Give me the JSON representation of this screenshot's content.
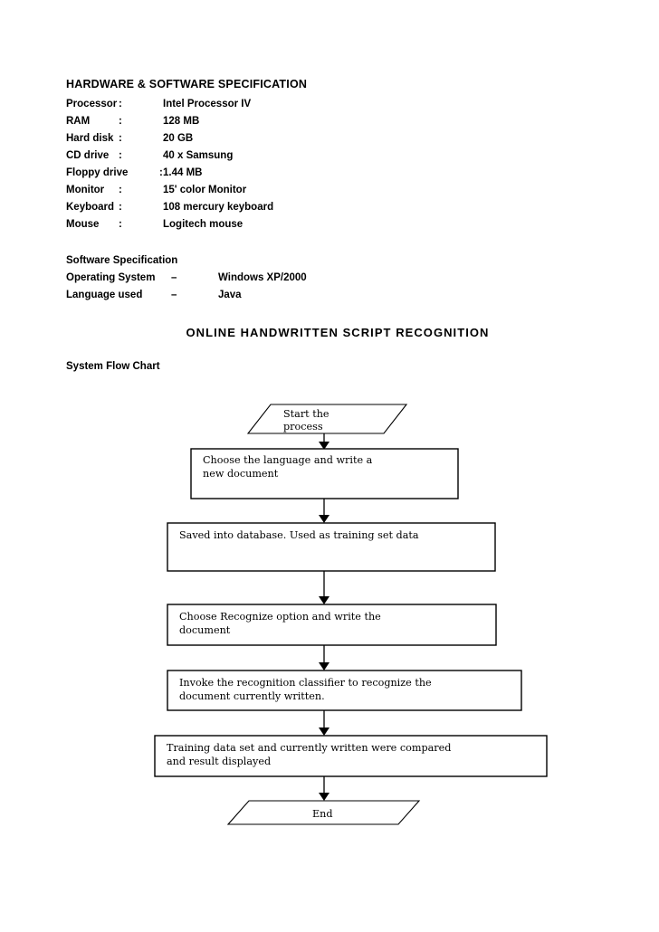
{
  "hardware": {
    "heading": "HARDWARE & SOFTWARE SPECIFICATION",
    "rows": [
      {
        "label": "Processor",
        "sep": ":",
        "value": "Intel Processor IV"
      },
      {
        "label": "RAM",
        "sep": ":",
        "value": "128 MB"
      },
      {
        "label": "Hard disk",
        "sep": ":",
        "value": "20 GB"
      },
      {
        "label": "CD drive",
        "sep": ":",
        "value": "40 x Samsung"
      },
      {
        "label": "Floppy drive",
        "sep": ":",
        "value": "1.44 MB"
      },
      {
        "label": "Monitor",
        "sep": ":",
        "value": "15' color Monitor"
      },
      {
        "label": "Keyboard",
        "sep": ":",
        "value": "108 mercury keyboard"
      },
      {
        "label": "Mouse",
        "sep": ":",
        "value": "Logitech mouse"
      }
    ]
  },
  "software": {
    "heading": "Software Specification",
    "rows": [
      {
        "label": "Operating System",
        "sep": "–",
        "value": "Windows XP/2000"
      },
      {
        "label": "Language used",
        "sep": "–",
        "value": "Java"
      }
    ]
  },
  "main_title": "ONLINE HANDWRITTEN SCRIPT RECOGNITION",
  "flow_heading": "System Flow Chart",
  "flowchart": {
    "nodes": [
      {
        "id": "start",
        "shape": "parallelogram-right",
        "lines": [
          "Start the",
          "process"
        ]
      },
      {
        "id": "choose",
        "shape": "rect",
        "lines": [
          "Choose the language and write a",
          "new document"
        ]
      },
      {
        "id": "saved",
        "shape": "rect",
        "lines": [
          "Saved into database. Used as training set data"
        ]
      },
      {
        "id": "recognize",
        "shape": "rect",
        "lines": [
          "Choose Recognize option and write the",
          "document"
        ]
      },
      {
        "id": "invoke",
        "shape": "rect",
        "lines": [
          "Invoke the recognition classifier to recognize the",
          "document currently written."
        ]
      },
      {
        "id": "compare",
        "shape": "rect",
        "lines": [
          "Training data set and currently written were compared",
          "and result displayed"
        ]
      },
      {
        "id": "end",
        "shape": "parallelogram-left",
        "lines": [
          "End"
        ]
      }
    ]
  }
}
